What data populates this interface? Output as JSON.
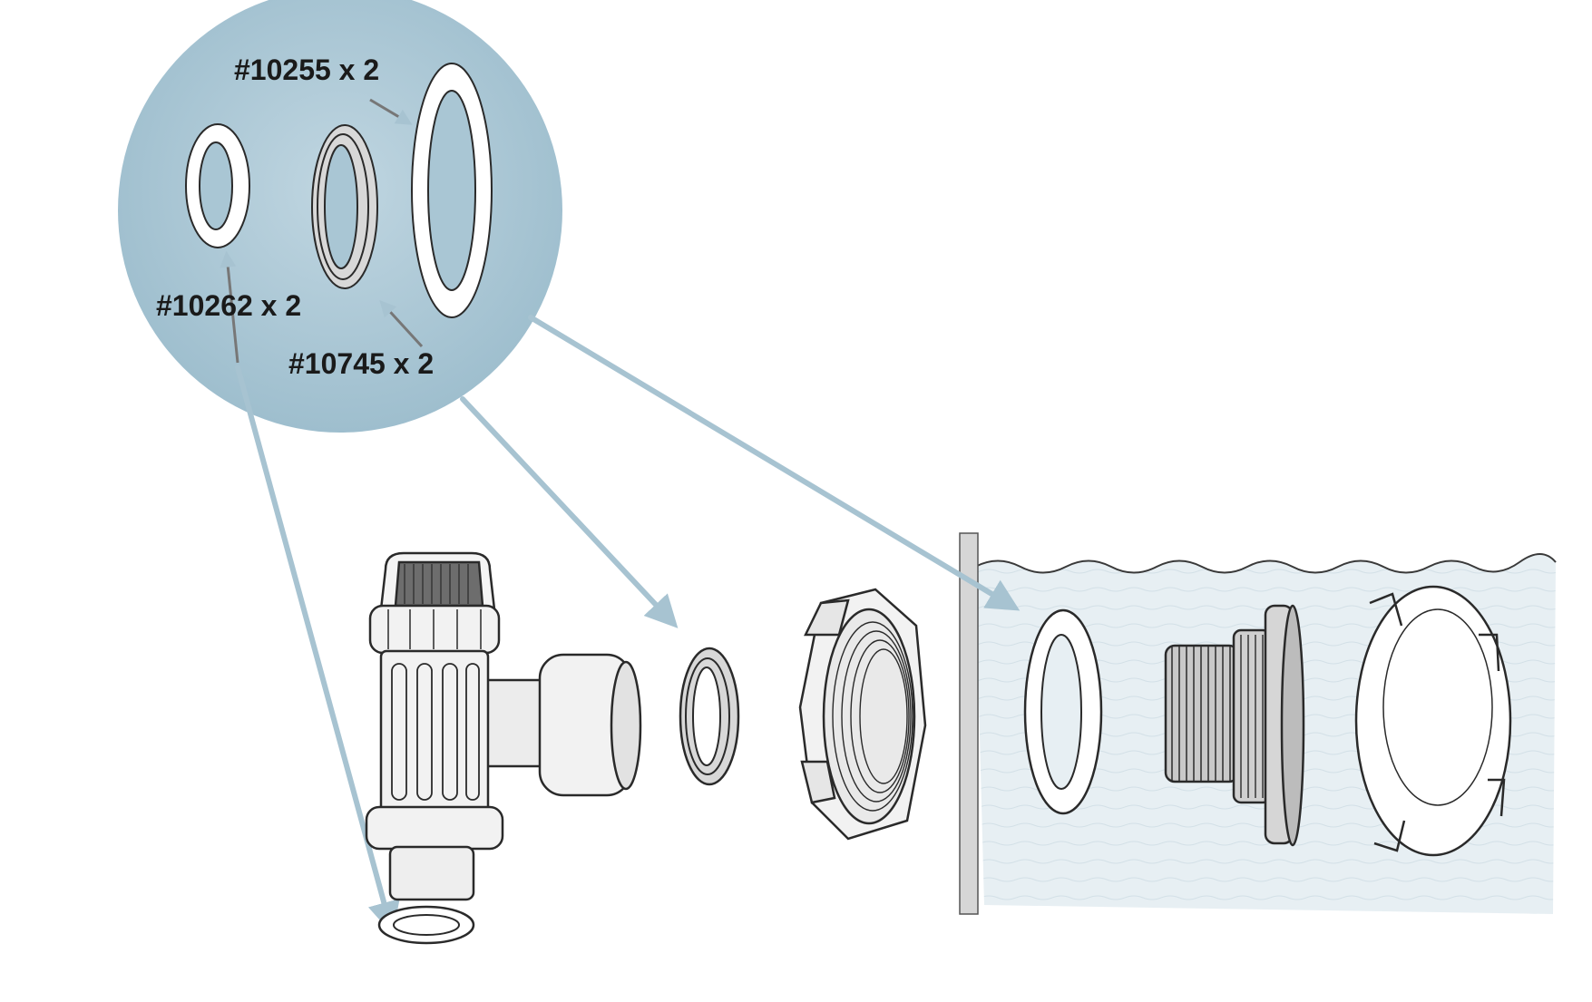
{
  "labels": {
    "part_10255": "#10255 x 2",
    "part_10262": "#10262 x 2",
    "part_10745": "#10745 x 2"
  },
  "colors": {
    "bubble": "#a9c6d4",
    "water": "#e6eef2",
    "arrow": "#a7c3d1",
    "line": "#2a2a2a",
    "part_fill": "#f2f2f2",
    "ring_fill": "#ffffff"
  },
  "icons": [
    "gasket-ring-icon",
    "o-ring-icon",
    "plunger-valve-icon",
    "hex-nut-icon",
    "threaded-fitting-icon",
    "inlet-cap-icon",
    "pool-wall-icon"
  ]
}
